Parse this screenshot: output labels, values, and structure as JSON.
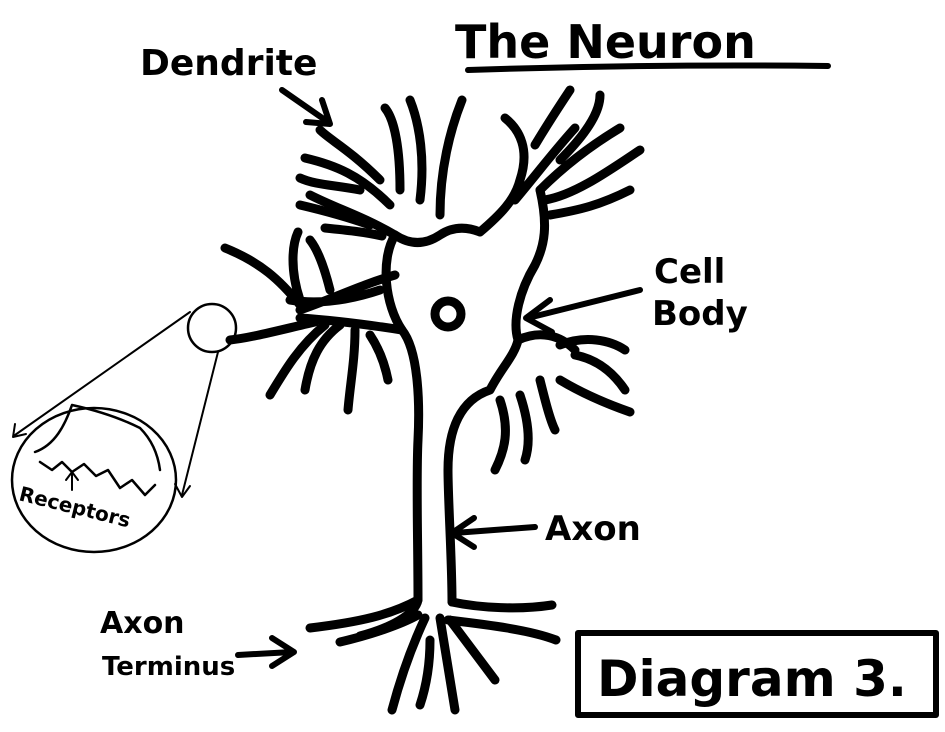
{
  "diagram": {
    "title": "The Neuron",
    "labels": {
      "dendrite": "Dendrite",
      "cell_body_line1": "Cell",
      "cell_body_line2": "Body",
      "axon": "Axon",
      "axon_terminus_line1": "Axon",
      "axon_terminus_line2": "Terminus",
      "receptors": "Receptors"
    },
    "badge": "Diagram 3.",
    "colors": {
      "ink": "#000000",
      "paper": "#ffffff"
    }
  }
}
